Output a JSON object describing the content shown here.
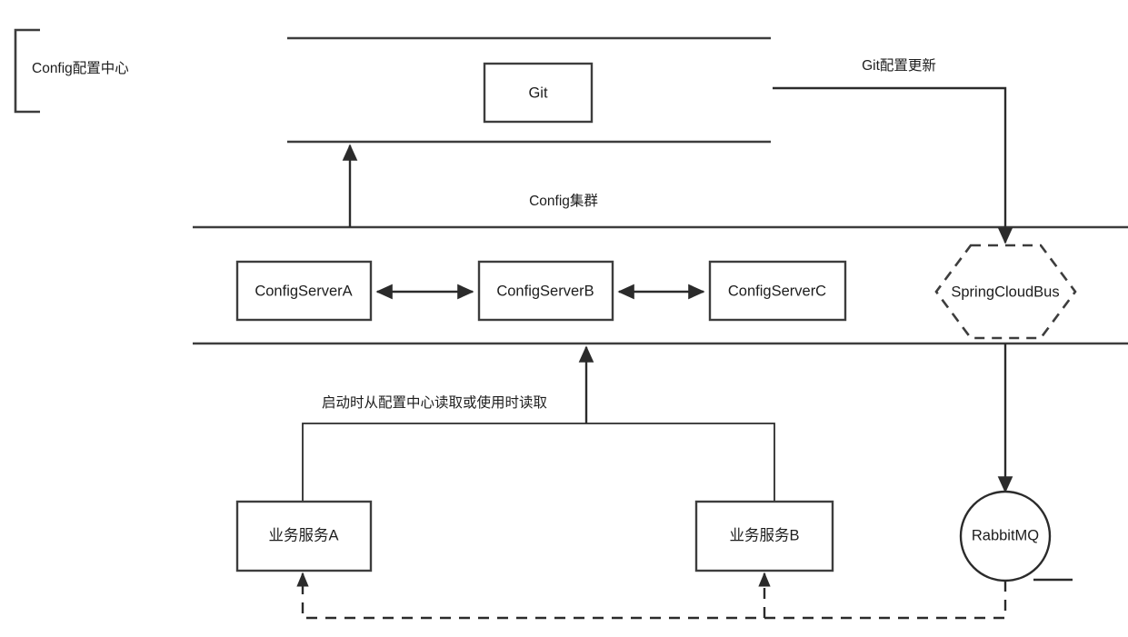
{
  "diagram": {
    "title": "Config配置中心",
    "group_bracket_label": "Config配置中心",
    "bands": {
      "config_cluster_label": "Config集群"
    },
    "nodes": {
      "git": "Git",
      "config_server_a": "ConfigServerA",
      "config_server_b": "ConfigServerB",
      "config_server_c": "ConfigServerC",
      "spring_cloud_bus": "SpringCloudBus",
      "service_a": "业务服务A",
      "service_b": "业务服务B",
      "rabbitmq": "RabbitMQ"
    },
    "edge_labels": {
      "git_config_update": "Git配置更新",
      "read_from_config_center": "启动时从配置中心读取或使用时读取"
    },
    "colors": {
      "stroke": "#3d3d3d",
      "arrow": "#2b2b2b",
      "text": "#1d1d1d",
      "background": "#ffffff"
    }
  }
}
